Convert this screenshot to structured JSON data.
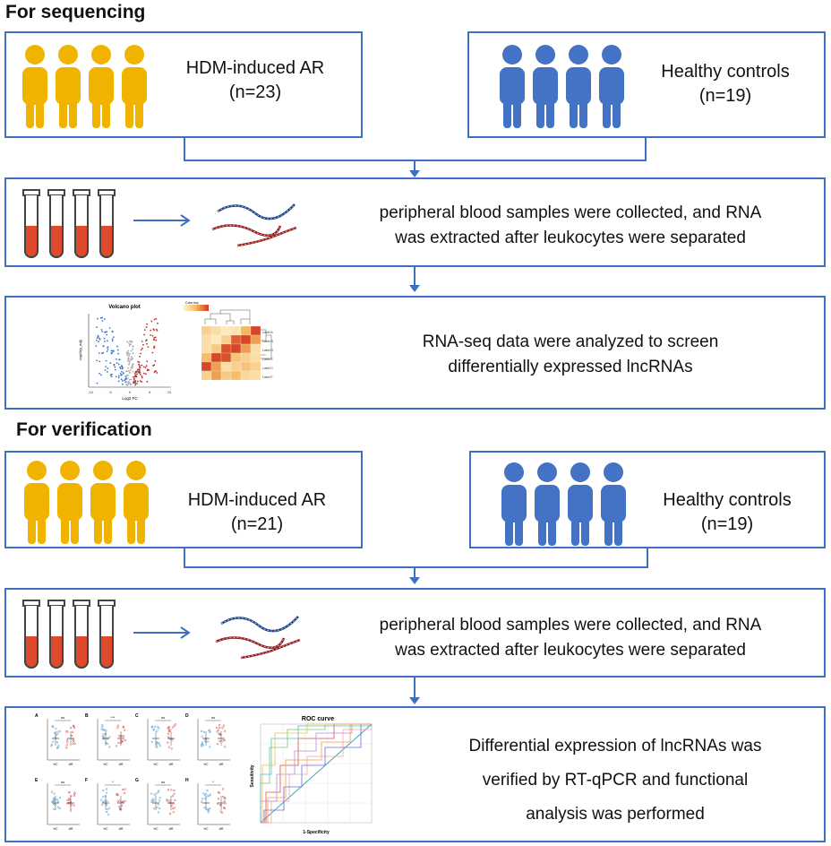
{
  "sequencing": {
    "heading": "For sequencing",
    "group_ar": {
      "label": "HDM-induced AR",
      "n": "(n=23)",
      "color": "#f0b400"
    },
    "group_hc": {
      "label": "Healthy controls",
      "n": "(n=19)",
      "color": "#4472c4"
    },
    "step_samples": {
      "line1": "peripheral blood samples  were collected, and RNA",
      "line2": "was extracted after leukocytes were separated"
    },
    "step_analysis": {
      "line1": "RNA-seq data were analyzed to screen",
      "line2": "differentially expressed lncRNAs",
      "volcano_title": "Volcano plot",
      "volcano_xlabel": "Log2 FC",
      "volcano_ylabel": "-log10(p_adj)",
      "volcano_xticks": [
        "-10",
        "-5",
        "0",
        "5",
        "10"
      ],
      "volcano_yticks": [
        "25",
        "20",
        "15",
        "10",
        "5",
        "0"
      ],
      "heatmap_key": "Color key",
      "heatmap_labels": [
        "Label A",
        "Label B",
        "Label D",
        "Label E",
        "Label C",
        "Label F"
      ]
    }
  },
  "verification": {
    "heading": "For verification",
    "group_ar": {
      "label": "HDM-induced AR",
      "n": "(n=21)",
      "color": "#f0b400"
    },
    "group_hc": {
      "label": "Healthy controls",
      "n": "(n=19)",
      "color": "#4472c4"
    },
    "step_samples": {
      "line1": "peripheral blood samples  were collected, and RNA",
      "line2": "was extracted after leukocytes were separated"
    },
    "step_result": {
      "line1": "Differential expression of lncRNAs was",
      "line2": "verified by RT-qPCR and functional",
      "line3": "analysis was performed",
      "panel_letters": [
        "A",
        "B",
        "C",
        "D",
        "E",
        "F",
        "G",
        "H"
      ],
      "panel_sig": [
        "ns",
        "***",
        "ns",
        "ns",
        "ns",
        "*",
        "ns",
        "*"
      ],
      "group_ticks": [
        "HC",
        "AR"
      ],
      "roc_title": "ROC curve",
      "roc_xlabel": "1-Specificity",
      "roc_ylabel": "Sensitivity"
    }
  },
  "colors": {
    "accent": "#3f6fc1",
    "tube_red": "#e04a2c",
    "heading": "#111111"
  }
}
